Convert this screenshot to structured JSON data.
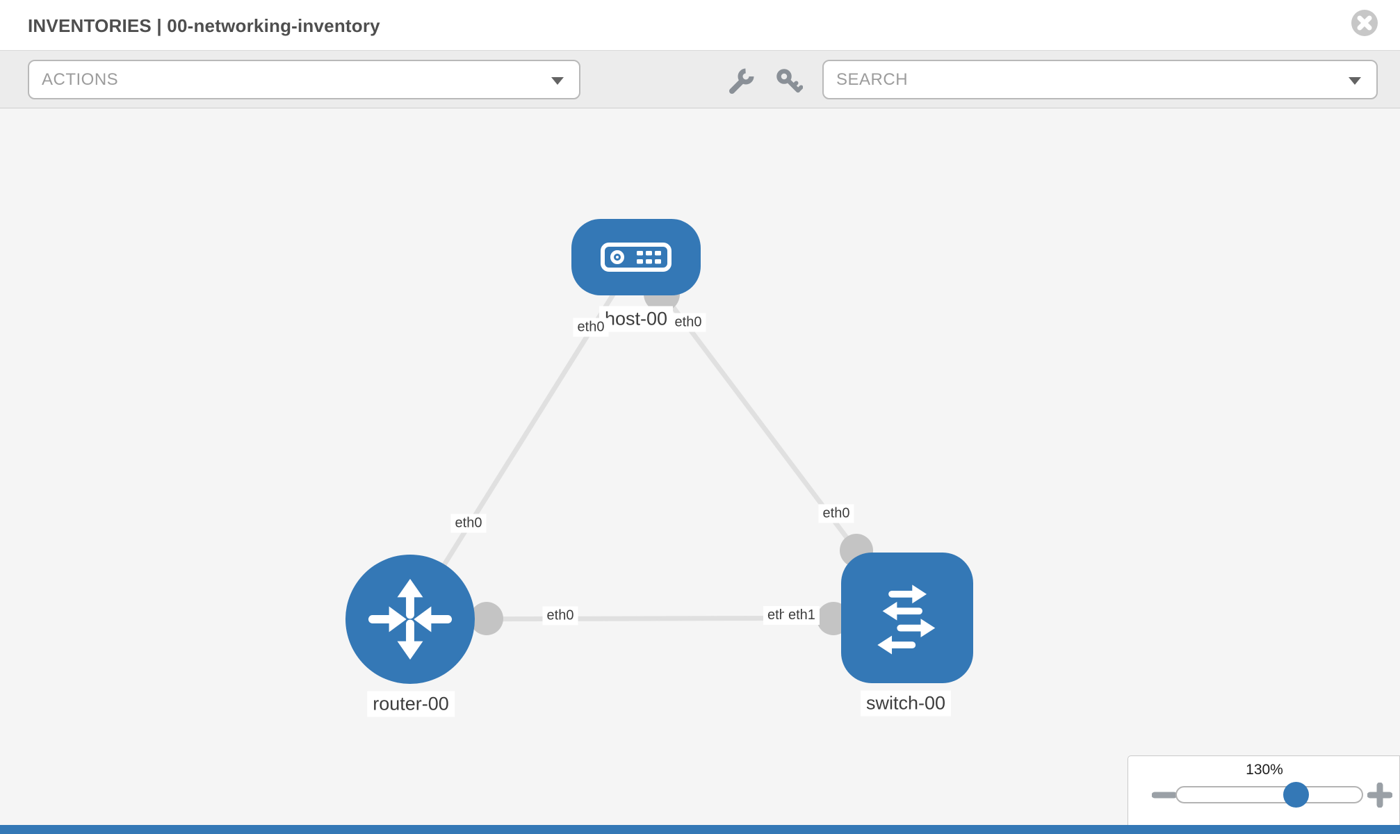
{
  "header": {
    "title": "INVENTORIES | 00-networking-inventory"
  },
  "toolbar": {
    "actions": {
      "label": "ACTIONS"
    },
    "search": {
      "label": "SEARCH"
    },
    "icons": [
      "wrench-icon",
      "key-icon"
    ]
  },
  "diagram": {
    "nodes": {
      "host": {
        "label": "host-00",
        "type": "host"
      },
      "router": {
        "label": "router-00",
        "type": "router"
      },
      "switch": {
        "label": "switch-00",
        "type": "switch"
      }
    },
    "links": [
      {
        "from": "host-00",
        "to": "router-00",
        "from_interface": "eth0",
        "to_interface": "eth0"
      },
      {
        "from": "host-00",
        "to": "switch-00",
        "from_interface": "eth0",
        "to_interface": "eth0"
      },
      {
        "from": "router-00",
        "to": "switch-00",
        "from_interface": "eth0",
        "to_interface": "eth1"
      }
    ],
    "interface_labels": {
      "host_router_at_host": "eth0",
      "host_router_at_router": "eth0",
      "host_switch_at_host": "eth0",
      "host_switch_at_switch": "eth0",
      "router_switch_at_router": "eth0",
      "router_switch_at_switch_back": "eth0",
      "router_switch_at_switch_front": "eth1"
    }
  },
  "zoom_control": {
    "value": "130%"
  },
  "colors": {
    "node_blue": "#3478b6",
    "link_gray": "#e0e0e0",
    "connector_gray": "#c4c4c4",
    "canvas_bg": "#f5f5f5",
    "toolbar_bg": "#ececec"
  }
}
